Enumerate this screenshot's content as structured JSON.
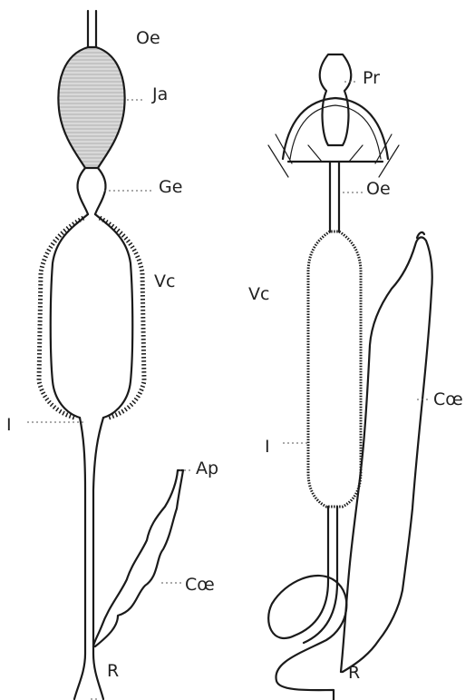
{
  "left_figure": {
    "labels": {
      "oe": "Oe",
      "ja": "Ja",
      "ge": "Ge",
      "vc": "Vc",
      "i": "I",
      "ap": "Ap",
      "coe": "Cœ",
      "r": "R"
    }
  },
  "right_figure": {
    "labels": {
      "pr": "Pr",
      "oe": "Oe",
      "vc": "Vc",
      "i": "I",
      "coe": "Cœ",
      "r": "R"
    }
  },
  "colors": {
    "ink": "#1a1a1a",
    "crop_shading": "#c9c9c9",
    "background": "#ffffff"
  }
}
